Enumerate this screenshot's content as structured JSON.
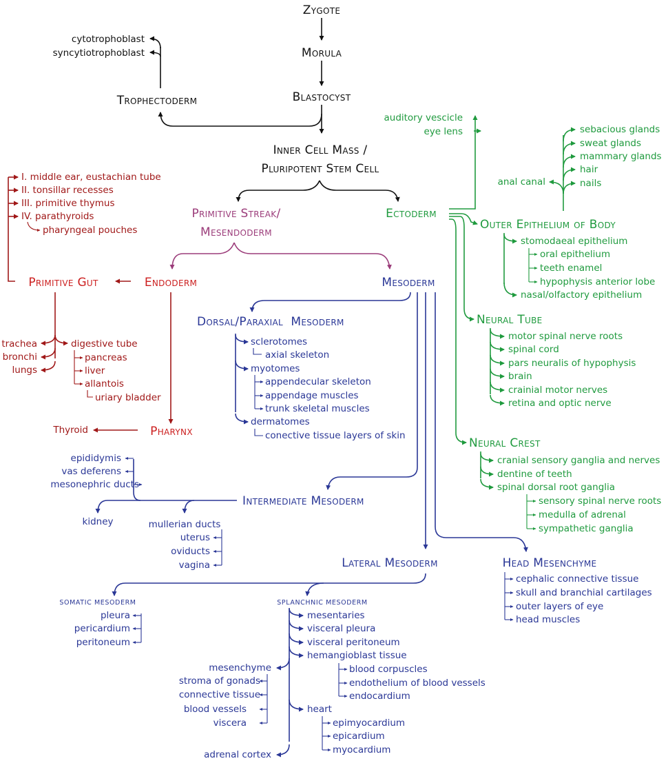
{
  "colors": {
    "black": "#111111",
    "ectoderm": "#1f9a3e",
    "mesoderm": "#2a3796",
    "endoderm": "#cc2020",
    "endoderm_dark": "#a01818",
    "mesendoderm": "#9b3c7a"
  },
  "top": {
    "zygote": "Zygote",
    "morula": "Morula",
    "blastocyst": "Blastocyst",
    "trophectoderm": "Trophectoderm",
    "trophoblast": [
      "cytotrophoblast",
      "syncytiotrophoblast"
    ],
    "icm_line1": "Inner Cell Mass /",
    "icm_line2": "Pluripotent Stem Cell"
  },
  "mesendoderm": {
    "line1": "Primitive Streak/",
    "line2": "Mesendoderm"
  },
  "ectoderm": {
    "label": "Ectoderm",
    "sensory": [
      "auditory vescicle",
      "eye lens"
    ],
    "outer_epithelium": "Outer Epithelium of Body",
    "skin_appendages": [
      "sebacious glands",
      "sweat glands",
      "mammary glands",
      "hair",
      "nails"
    ],
    "anal_canal": "anal canal",
    "stomodaeal": "stomodaeal epithelium",
    "stomodaeal_children": [
      "oral epithelium",
      "teeth enamel",
      "hypophysis anterior lobe"
    ],
    "nasal": "nasal/olfactory epithelium",
    "neural_tube": "Neural Tube",
    "neural_tube_items": [
      "motor spinal nerve roots",
      "spinal cord",
      "pars neuralis of hypophysis",
      "brain",
      "crainial motor nerves",
      "retina and optic nerve"
    ],
    "neural_crest": "Neural Crest",
    "neural_crest_items": [
      "cranial sensory ganglia and nerves",
      "dentine of teeth",
      "spinal dorsal root ganglia"
    ],
    "dorsal_root_children": [
      "sensory spinal nerve roots",
      "medulla of adrenal",
      "sympathetic ganglia"
    ]
  },
  "endoderm": {
    "label": "Endoderm",
    "primitive_gut": "Primitive Gut",
    "pouches": [
      "I. middle ear, eustachian tube",
      "II. tonsillar recesses",
      "III. primitive thymus",
      "IV. parathyroids"
    ],
    "pharyngeal_pouches": "pharyngeal pouches",
    "respiratory": [
      "trachea",
      "bronchi",
      "lungs"
    ],
    "digestive_tube": "digestive tube",
    "digestive_children": [
      "pancreas",
      "liver",
      "allantois"
    ],
    "urinary_bladder": "uriary bladder",
    "pharynx": "Pharynx",
    "thyroid": "Thyroid"
  },
  "mesoderm": {
    "label": "Mesoderm",
    "dorsal": "Dorsal/Paraxial  Mesoderm",
    "sclerotomes": "sclerotomes",
    "axial_skeleton": "axial skeleton",
    "myotomes": "myotomes",
    "myotome_children": [
      "appendecular skeleton",
      "appendage muscles",
      "trunk skeletal muscles"
    ],
    "dermatomes": "dermatomes",
    "dermatome_child": "conective tissue layers of skin",
    "intermediate": "Intermediate Mesoderm",
    "mesonephric_items": [
      "epididymis",
      "vas deferens",
      "mesonephric ducts"
    ],
    "kidney": "kidney",
    "mullerian": "mullerian ducts",
    "mullerian_children": [
      "uterus",
      "oviducts",
      "vagina"
    ],
    "lateral": "Lateral Mesoderm",
    "head_mesenchyme": "Head Mesenchyme",
    "head_items": [
      "cephalic connective tissue",
      "skull and branchial cartilages",
      "outer layers of eye",
      "head muscles"
    ],
    "somatic": "somatic mesoderm",
    "somatic_items": [
      "pleura",
      "pericardium",
      "peritoneum"
    ],
    "splanchnic": "splanchnic mesoderm",
    "splanchnic_items": [
      "mesentaries",
      "visceral pleura",
      "visceral peritoneum",
      "hemangioblast tissue"
    ],
    "hemangioblast_children": [
      "blood corpuscles",
      "endothelium of blood vessels",
      "endocardium"
    ],
    "mesenchyme": "mesenchyme",
    "mesenchyme_children": [
      "stroma of gonads",
      "connective tissue",
      "blood vessels",
      "viscera"
    ],
    "heart": "heart",
    "heart_children": [
      "epimyocardium",
      "epicardium",
      "myocardium"
    ],
    "adrenal_cortex": "adrenal cortex"
  }
}
